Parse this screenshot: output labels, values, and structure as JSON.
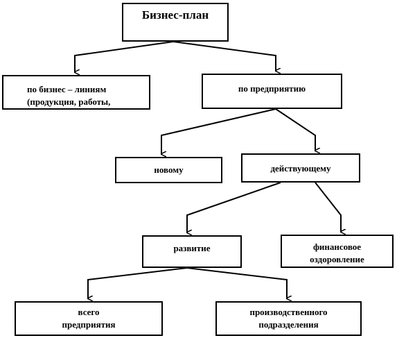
{
  "nodes": {
    "root": {
      "lines": [
        "Бизнес-план"
      ]
    },
    "lines": {
      "lines": [
        "по бизнес – линиям",
        "(продукция, работы,"
      ]
    },
    "ent": {
      "lines": [
        "по предприятию"
      ]
    },
    "new": {
      "lines": [
        "новому"
      ]
    },
    "exist": {
      "lines": [
        "действующему"
      ]
    },
    "dev": {
      "lines": [
        "развитие"
      ]
    },
    "fin": {
      "lines": [
        "финансовое",
        "оздоровление"
      ]
    },
    "whole": {
      "lines": [
        "всего",
        "предприятия"
      ]
    },
    "prod": {
      "lines": [
        "производственного",
        "подразделения"
      ]
    }
  }
}
